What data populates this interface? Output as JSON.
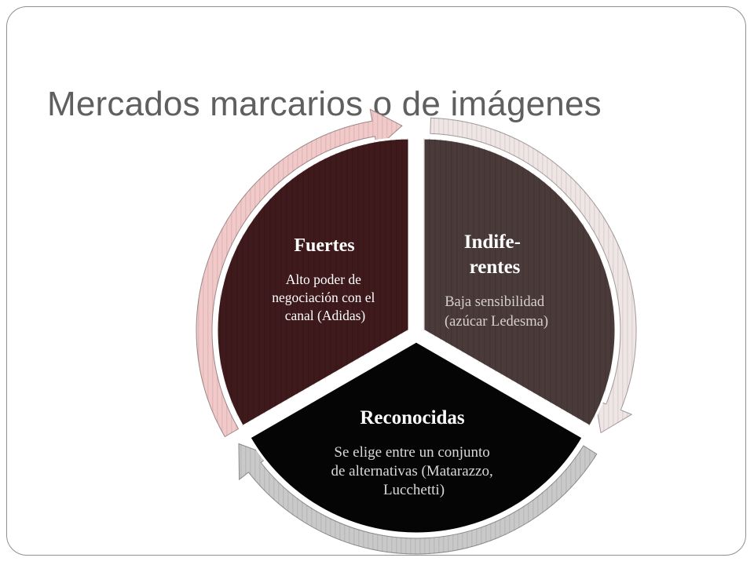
{
  "title": "Mercados marcarios o de imágenes",
  "segments": [
    {
      "title_lines": [
        "Fuertes"
      ],
      "body_lines": [
        "Alto poder de",
        "negociación con el",
        "canal (Adidas)"
      ],
      "fill_color": "#3f1a1c",
      "arrow_color": "#f2c9c9"
    },
    {
      "title_lines": [
        "Indife-",
        "rentes"
      ],
      "body_lines": [
        "Baja sensibilidad",
        "(azúcar Ledesma)"
      ],
      "fill_color": "#4a3b3a",
      "arrow_color": "#efe5e5"
    },
    {
      "title_lines": [
        "Reconocidas"
      ],
      "body_lines": [
        "Se elige entre un conjunto",
        "de alternativas (Matarazzo,",
        "Lucchetti)"
      ],
      "fill_color": "#050505",
      "arrow_color": "#c9c9c9"
    }
  ]
}
